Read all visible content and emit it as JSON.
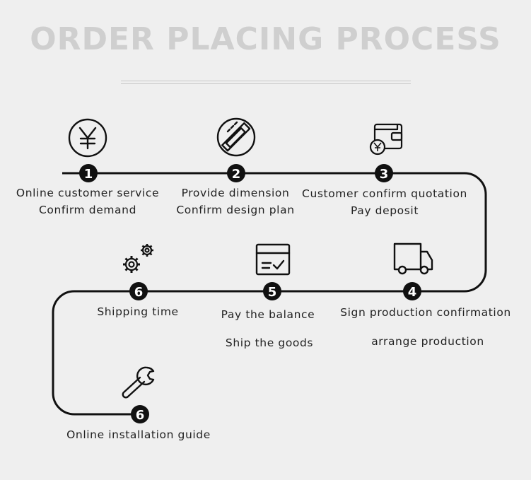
{
  "title": "ORDER PLACING PROCESS",
  "steps": [
    {
      "number": "1",
      "icon": "yen-circle-icon",
      "lines": [
        "Online customer service",
        "Confirm demand"
      ]
    },
    {
      "number": "2",
      "icon": "ruler-pencil-icon",
      "lines": [
        "Provide dimension",
        "Confirm design plan"
      ]
    },
    {
      "number": "3",
      "icon": "wallet-yen-icon",
      "lines": [
        "Customer confirm quotation",
        "Pay deposit"
      ]
    },
    {
      "number": "4",
      "icon": "delivery-truck-icon",
      "lines": [
        "Sign production confirmation",
        "arrange production"
      ]
    },
    {
      "number": "5",
      "icon": "checked-box-icon",
      "lines": [
        "Pay the balance",
        "Ship the goods"
      ]
    },
    {
      "number": "6",
      "icon": "gears-icon",
      "lines": [
        "Shipping time"
      ]
    },
    {
      "number": "6",
      "icon": "wrench-icon",
      "lines": [
        "Online installation guide"
      ]
    }
  ],
  "colors": {
    "line": "#111111",
    "title": "#cfcfcf",
    "background": "#efefef"
  }
}
